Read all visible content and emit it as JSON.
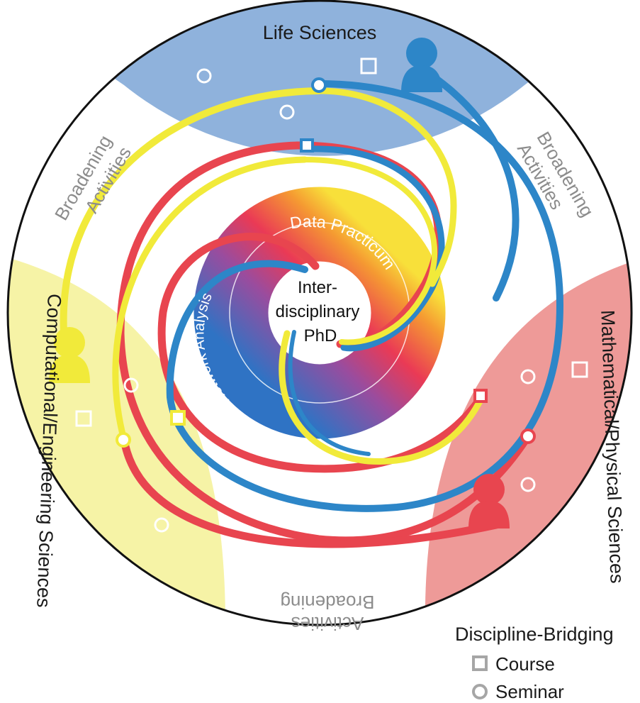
{
  "diagram": {
    "segments": {
      "top": "Life Sciences",
      "left": "Computational/Engineering Sciences",
      "right": "Mathematical/Physical Sciences",
      "broadening_left": [
        "Broadening",
        "Activities"
      ],
      "broadening_right": [
        "Broadening",
        "Activities"
      ],
      "broadening_bottom": [
        "Broadening",
        "Activities"
      ]
    },
    "inner_ring": {
      "left_label": "Network Analysis",
      "right_label": "Data Practicum"
    },
    "center": [
      "Inter-",
      "disciplinary",
      "PhD"
    ],
    "legend": {
      "title": "Discipline-Bridging",
      "course": "Course",
      "seminar": "Seminar"
    },
    "colors": {
      "life_sciences": "#8fb2dc",
      "computational": "#f6f3a6",
      "math_physical": "#ee9a98",
      "blue_path": "#2d86c8",
      "yellow_path": "#f1ea3a",
      "red_path": "#e8454f",
      "broadening_text": "#8c8c8c",
      "legend_gray": "#a6a6a6"
    },
    "icons": [
      "person-blue-icon",
      "person-yellow-icon",
      "person-red-icon",
      "course-square-icon",
      "seminar-circle-icon"
    ]
  }
}
